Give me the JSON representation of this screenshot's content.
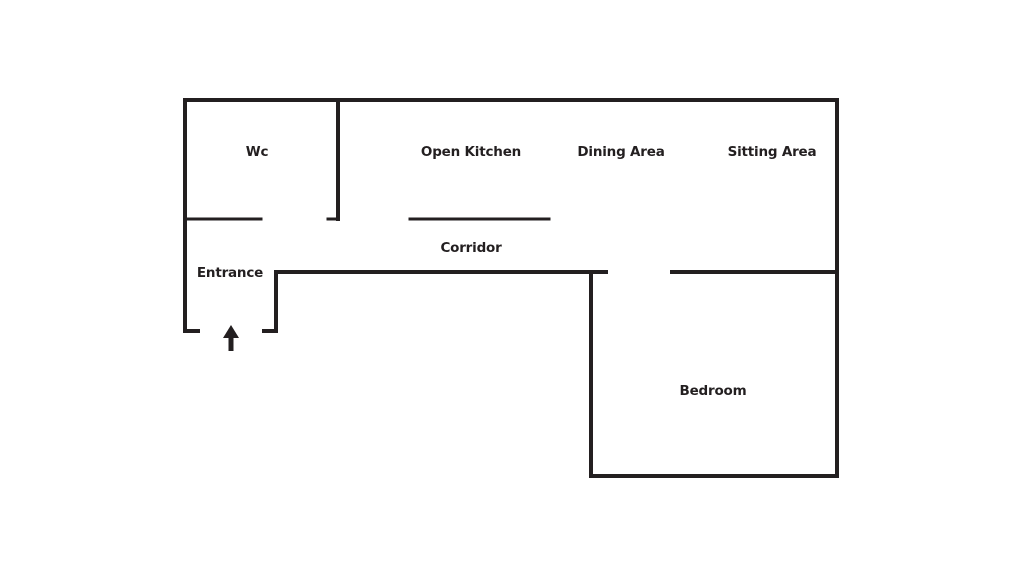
{
  "title": "Floor plan",
  "wall_color": "#231f20",
  "rooms": {
    "wc": "Wc",
    "open_kitchen": "Open Kitchen",
    "dining_area": "Dining Area",
    "sitting_area": "Sitting Area",
    "corridor": "Corridor",
    "entrance": "Entrance",
    "bedroom": "Bedroom"
  },
  "icons": {
    "entrance_arrow": "arrow-up-icon"
  }
}
